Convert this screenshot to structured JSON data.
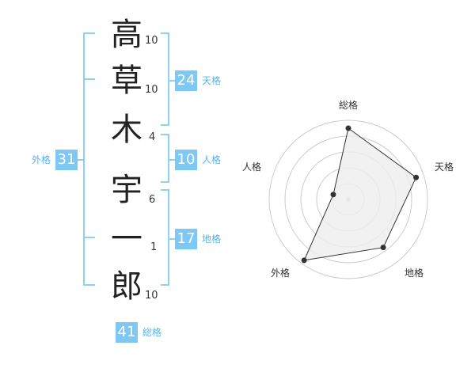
{
  "name": {
    "chars": [
      "高",
      "草",
      "木",
      "宇",
      "一",
      "郎"
    ],
    "strokes": [
      "10",
      "10",
      "4",
      "6",
      "1",
      "10"
    ]
  },
  "fortunes": {
    "tenkaku": {
      "value": "24",
      "label": "天格"
    },
    "jinkaku": {
      "value": "10",
      "label": "人格"
    },
    "chikaku": {
      "value": "17",
      "label": "地格"
    },
    "gaikaku": {
      "value": "31",
      "label": "外格"
    },
    "soukaku": {
      "value": "41",
      "label": "総格"
    }
  },
  "colors": {
    "accent": "#7ec8f5",
    "accent_text": "#54b4ee",
    "bracket": "#8fd0f7",
    "grid": "#cccccc",
    "fill": "#eeeeee"
  },
  "chart_data": {
    "type": "radar",
    "axes": [
      "総格",
      "天格",
      "地格",
      "外格",
      "人格"
    ],
    "values": [
      0.9,
      0.9,
      0.75,
      0.95,
      0.2
    ],
    "rmax": 1
  }
}
